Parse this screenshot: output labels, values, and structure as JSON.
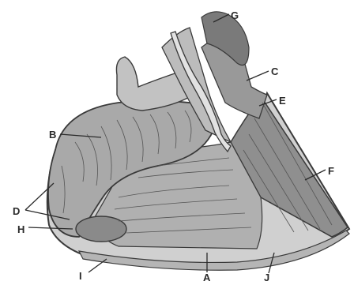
{
  "illustration": {
    "subject": "sagittal section of horse hoof",
    "palette": {
      "background": "#ffffff",
      "tissue": "#a8a8a8",
      "tissue_light": "#cfcfcf",
      "ink": "#2a2a2a"
    },
    "labels": [
      {
        "id": "G",
        "text": "G"
      },
      {
        "id": "C",
        "text": "C"
      },
      {
        "id": "E",
        "text": "E"
      },
      {
        "id": "B",
        "text": "B"
      },
      {
        "id": "F",
        "text": "F"
      },
      {
        "id": "D",
        "text": "D"
      },
      {
        "id": "H",
        "text": "H"
      },
      {
        "id": "I",
        "text": "I"
      },
      {
        "id": "A",
        "text": "A"
      },
      {
        "id": "J",
        "text": "J"
      }
    ]
  }
}
